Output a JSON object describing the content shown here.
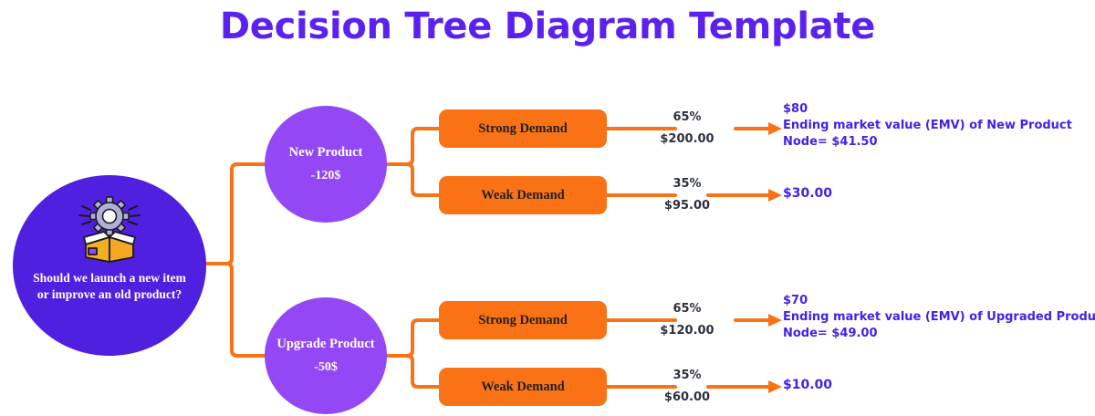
{
  "title": "Decision Tree Diagram Template",
  "colors": {
    "title_purple": "#5b21ee",
    "root_purple": "#5020e0",
    "node_purple": "#9448f5",
    "orange": "#f97316",
    "outcome_purple": "#4521e6",
    "label_dark": "#2c3140",
    "box_text": "#231f20"
  },
  "root": {
    "icon": "box-with-gear-icon",
    "question": "Should we launch a new item or improve an old product?"
  },
  "decisions": [
    {
      "id": "new",
      "title": "New Product",
      "cost": "-120$"
    },
    {
      "id": "upgrade",
      "title": "Upgrade Product",
      "cost": "-50$"
    }
  ],
  "branches": [
    {
      "id": "new-strong",
      "demand": "Strong Demand",
      "probability": "65%",
      "payoff": "$200.00",
      "outcome_lines": [
        "$80",
        "Ending market value (EMV) of New Product",
        "Node= $41.50"
      ]
    },
    {
      "id": "new-weak",
      "demand": "Weak Demand",
      "probability": "35%",
      "payoff": "$95.00",
      "outcome": "$30.00"
    },
    {
      "id": "upgrade-strong",
      "demand": "Strong Demand",
      "probability": "65%",
      "payoff": "$120.00",
      "outcome_lines": [
        "$70",
        "Ending market value (EMV) of Upgraded Product",
        "Node= $49.00"
      ]
    },
    {
      "id": "upgrade-weak",
      "demand": "Weak Demand",
      "probability": "35%",
      "payoff": "$60.00",
      "outcome": "$10.00"
    }
  ]
}
